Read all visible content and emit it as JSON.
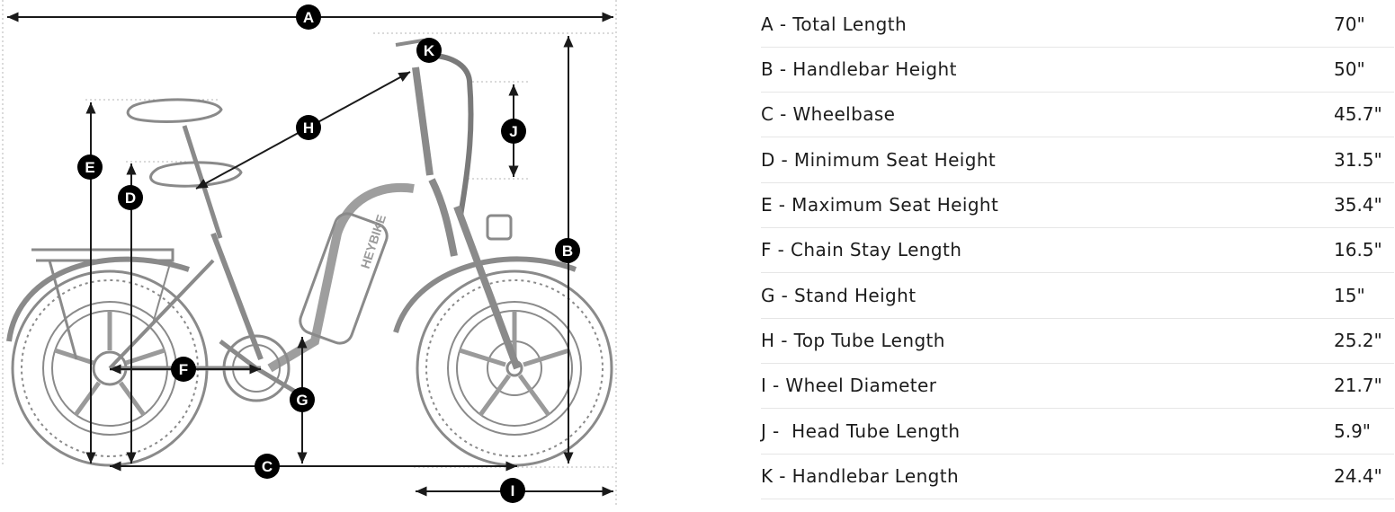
{
  "diagram": {
    "brand_text": "HEYBIKE",
    "markers": [
      "A",
      "B",
      "C",
      "D",
      "E",
      "F",
      "G",
      "H",
      "I",
      "J",
      "K"
    ]
  },
  "specs": [
    {
      "label": "A - Total Length",
      "value": "70\""
    },
    {
      "label": "B - Handlebar Height",
      "value": "50\""
    },
    {
      "label": "C - Wheelbase",
      "value": "45.7\""
    },
    {
      "label": "D - Minimum Seat Height",
      "value": "31.5\""
    },
    {
      "label": "E - Maximum Seat Height",
      "value": "35.4\""
    },
    {
      "label": "F - Chain Stay Length",
      "value": "16.5\""
    },
    {
      "label": "G - Stand Height",
      "value": "15\""
    },
    {
      "label": "H - Top Tube Length",
      "value": "25.2\""
    },
    {
      "label": "I - Wheel Diameter",
      "value": "21.7\""
    },
    {
      "label": "J -  Head Tube Length",
      "value": "5.9\""
    },
    {
      "label": "K - Handlebar Length",
      "value": "24.4\""
    }
  ],
  "colors": {
    "line": "#1a1a1a",
    "sketch": "#8a8a8a",
    "divider": "#e6e6e6",
    "badge": "#000000"
  }
}
